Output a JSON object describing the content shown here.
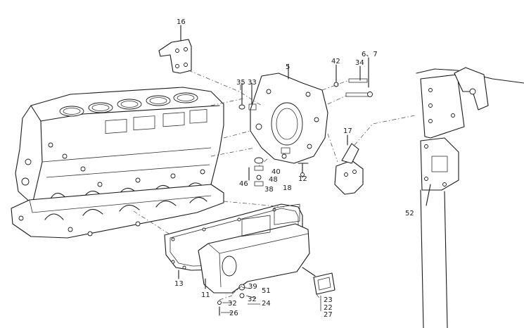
{
  "labels": {
    "p16": "16",
    "p35": "35",
    "p33": "33",
    "p5": "5",
    "p42": "42",
    "p34": "34",
    "p6_7": "6、7",
    "p17": "17",
    "p40": "40",
    "p12": "12",
    "p46": "46",
    "p48": "48",
    "p18": "18",
    "p38": "38",
    "p52": "52",
    "p13": "13",
    "p11": "11",
    "p39": "39",
    "p51": "51",
    "p32a": "32",
    "p32b": "32",
    "p24": "24",
    "p26": "26",
    "p23": "23",
    "p22": "22",
    "p27": "27"
  }
}
